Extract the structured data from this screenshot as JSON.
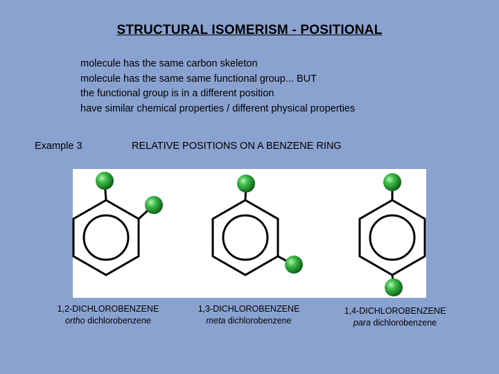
{
  "slide": {
    "title": "STRUCTURAL ISOMERISM - POSITIONAL",
    "points": [
      "molecule has the same carbon skeleton",
      "molecule has the same same functional group... BUT",
      "the functional group is in a different position",
      "have similar chemical properties / different physical properties"
    ],
    "example_label": "Example 3",
    "subheading": "RELATIVE POSITIONS ON A BENZENE RING"
  },
  "molecules": [
    {
      "name": "1,2-DICHLOROBENZENE",
      "prefix": "ortho",
      "suffix": " dichlorobenzene"
    },
    {
      "name": "1,3-DICHLOROBENZENE",
      "prefix": "meta",
      "suffix": " dichlorobenzene"
    },
    {
      "name": "1,4-DICHLOROBENZENE",
      "prefix": "para",
      "suffix": " dichlorobenzene"
    }
  ],
  "colors": {
    "background": "#8aa2d0",
    "chlorine": "#1f8f2a",
    "bond": "#000000"
  }
}
